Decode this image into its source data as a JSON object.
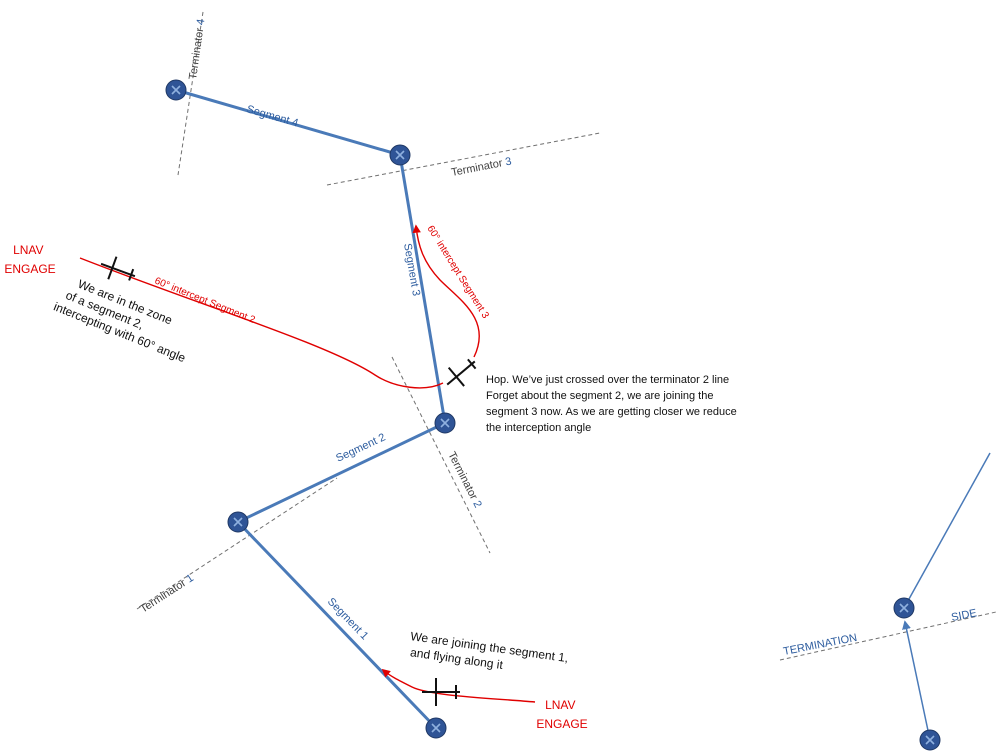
{
  "segments": {
    "seg1": "Segment 1",
    "seg2": "Segment 2",
    "seg3": "Segment 3",
    "seg4": "Segment 4"
  },
  "terminators": {
    "t1_word": "Terminator ",
    "t1_num": "1",
    "t2_word": "Terminator ",
    "t2_num": "2",
    "t3_word": "Terminator ",
    "t3_num": "3",
    "t4_word": "Terminator ",
    "t4_num": "4"
  },
  "lnav": {
    "top_line1": "LNAV",
    "top_line2": "ENGAGE",
    "bottom_line1": "LNAV",
    "bottom_line2": "ENGAGE"
  },
  "intercepts": {
    "seg2": "60° intercept Segment 2",
    "seg3": "60° intercept Segment 3"
  },
  "notes": {
    "zone_line1": "We are in the zone",
    "zone_line2": "of a segment  2,",
    "zone_line3": "intercepting with 60° angle",
    "hop_line1": "Hop. We’ve just crossed over the terminator 2 line",
    "hop_line2": "Forget about the segment 2, we are joining the",
    "hop_line3": "segment 3 now. As we are getting closer we reduce",
    "hop_line4": "the interception angle",
    "join_line1": "We are joining the segment 1,",
    "join_line2": "and flying along it"
  },
  "inset": {
    "termination": "TERMINATION",
    "side": "SIDE"
  },
  "colors": {
    "path": "#4a7ab8",
    "node": "#2f5496",
    "terminator": "#707070",
    "intercept": "#e00000",
    "label": "#2e5d9f"
  }
}
